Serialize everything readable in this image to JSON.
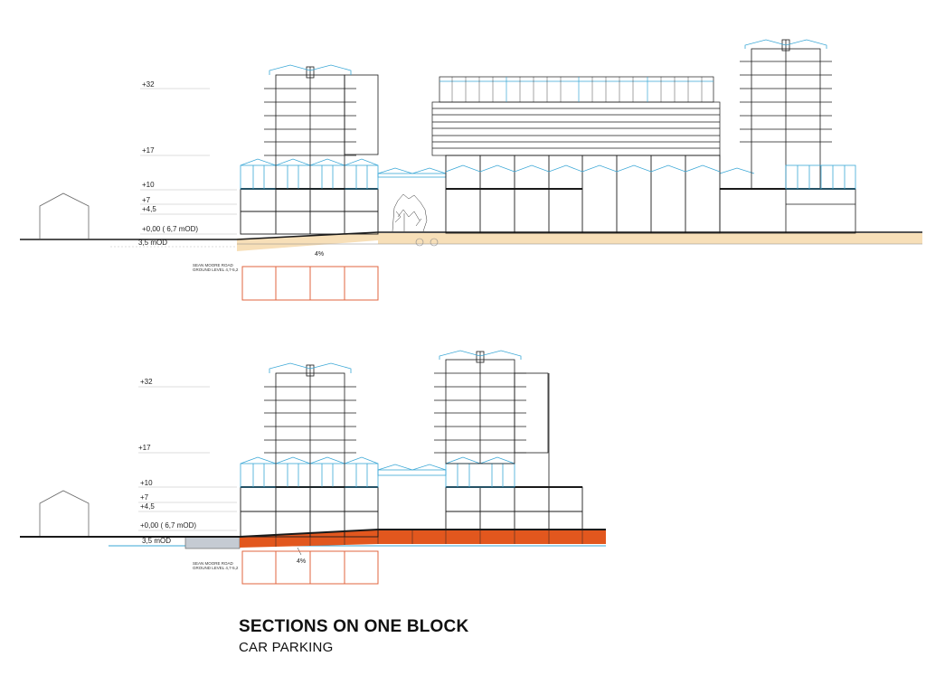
{
  "sections": [
    {
      "levels": [
        "+32",
        "+17",
        "+10",
        "+7",
        "+4,5",
        "+0,00 (  6,7 mOD)",
        "3,5 mOD"
      ],
      "road_label": [
        "SEAN MOORE ROAD",
        "GROUND LEVEL 4,7-5,2"
      ],
      "slope": "4%"
    },
    {
      "levels": [
        "+32",
        "+17",
        "+10",
        "+7",
        "+4,5",
        "+0,00 (  6,7 mOD)",
        "3,5 mOD"
      ],
      "road_label": [
        "SEAN MOORE ROAD",
        "GROUND LEVEL 4,7-5,2"
      ],
      "slope": "4%"
    }
  ],
  "title": "SECTIONS ON ONE BLOCK",
  "subtitle": "CAR PARKING",
  "colors": {
    "line": "#1a1a1a",
    "glass": "#3aa7d6",
    "ramp_fill": "#f7dfb8",
    "parking_fill": "#e2571e",
    "parking_outline": "#e0663f",
    "road_fill": "#c5cbd3"
  }
}
